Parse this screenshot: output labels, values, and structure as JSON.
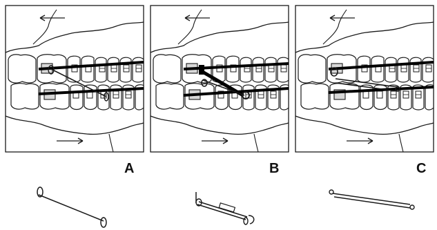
{
  "panels": [
    {
      "id": "A",
      "label": "A",
      "appliance": "single-wire-spring"
    },
    {
      "id": "B",
      "label": "B",
      "appliance": "double-wire-telescoping"
    },
    {
      "id": "C",
      "label": "C",
      "appliance": "double-wire-rod"
    }
  ],
  "colors": {
    "line": "#1a1a1a",
    "background": "#ffffff",
    "bracket_fill": "#d8d8d8",
    "wire": "#000000"
  },
  "arrows": {
    "upper_direction": "left",
    "lower_direction": "right"
  }
}
